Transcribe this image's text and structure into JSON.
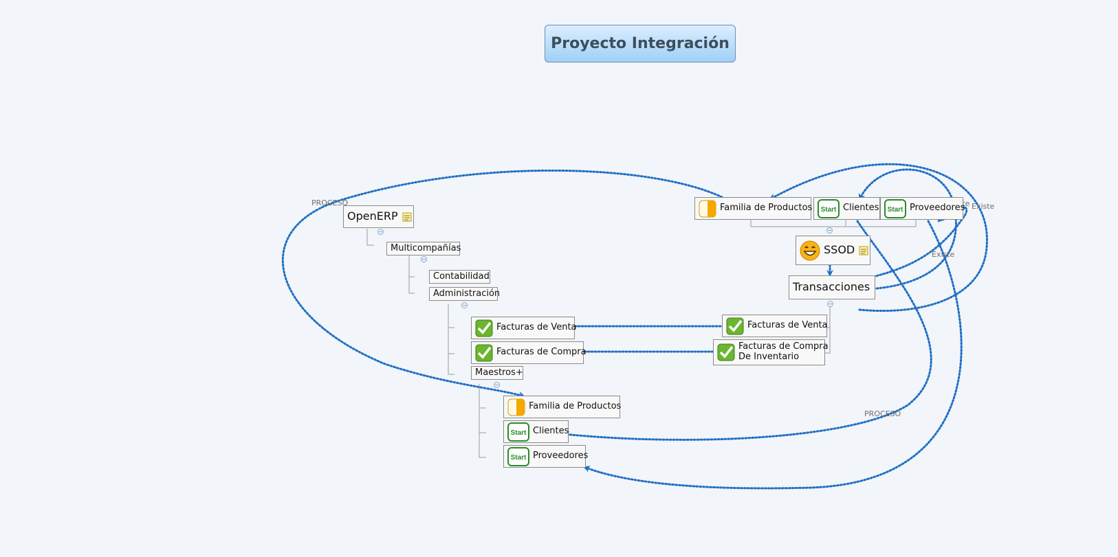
{
  "title": "Proyecto Integración",
  "openerp": {
    "label": "OpenERP",
    "multi": "Multicompañías",
    "contabilidad": "Contabilidad",
    "administracion": "Administración",
    "facturas_venta": "Facturas de Venta",
    "facturas_compra": "Facturas de Compra",
    "maestros": "Maestros+",
    "familia": "Familia de Productos",
    "clientes": "Clientes",
    "proveedores": "Proveedores"
  },
  "ssod": {
    "label": "SSOD",
    "familia": "Familia de Productos",
    "clientes": "Clientes",
    "proveedores": "Proveedores",
    "transacciones": "Transacciones",
    "facturas_venta": "Facturas de Venta",
    "facturas_compra_l1": "Facturas de Compra",
    "facturas_compra_l2": "De Inventario"
  },
  "relationship_labels": {
    "proceso_left": "PROCESO",
    "proceso_bottom": "PROCESO",
    "existe_1": "Existe",
    "existe_2": "Existe",
    "existe_3": "Existe"
  },
  "icons": {
    "check": "check-icon",
    "start": "start-icon",
    "progress": "progress-half-icon",
    "note": "note-icon",
    "smiley": "smiley-icon"
  },
  "icon_start_text": "Start",
  "colors": {
    "link": "#1f6fc4",
    "check_green": "#5aa526",
    "start_green": "#2a8a2a",
    "progress_orange": "#f5a800",
    "title_bg": "#a6d3f7"
  }
}
